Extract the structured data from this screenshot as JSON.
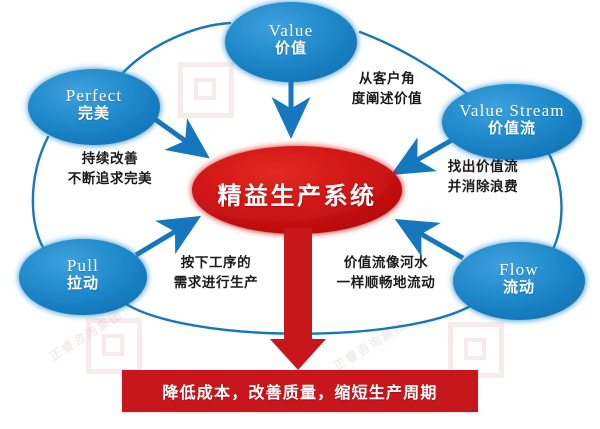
{
  "diagram": {
    "title": "精益生产系统",
    "center": {
      "label": "精益生产系统",
      "color": "#c8161d"
    },
    "node_color": "#1783c7",
    "accent_red": "#c8161d",
    "nodes": [
      {
        "id": "value",
        "en": "Value",
        "cn": "价值"
      },
      {
        "id": "perfect",
        "en": "Perfect",
        "cn": "完美"
      },
      {
        "id": "value-stream",
        "en": "Value Stream",
        "cn": "价值流"
      },
      {
        "id": "pull",
        "en": "Pull",
        "cn": "拉动"
      },
      {
        "id": "flow",
        "en": "Flow",
        "cn": "流动"
      }
    ],
    "captions": [
      {
        "id": "value-caption",
        "line1": "从客户角",
        "line2": "度阐述价值"
      },
      {
        "id": "perfect-caption",
        "line1": "持续改善",
        "line2": "不断追求完美"
      },
      {
        "id": "value-stream-caption",
        "line1": "找出价值流",
        "line2": "并消除浪费"
      },
      {
        "id": "pull-caption",
        "line1": "按下工序的",
        "line2": "需求进行生产"
      },
      {
        "id": "flow-caption",
        "line1": "价值流像河水",
        "line2": "一样顺畅地流动"
      }
    ],
    "banner": {
      "text": "降低成本，改善质量，缩短生产周期"
    },
    "watermarks": {
      "text": "正睿咨询集团"
    }
  }
}
